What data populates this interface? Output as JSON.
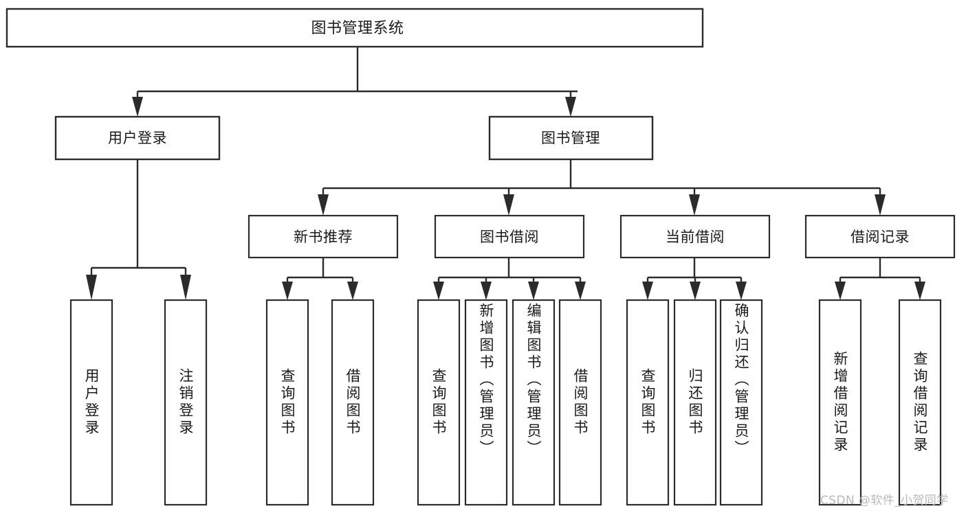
{
  "diagram": {
    "title": "图书管理系统",
    "watermark": "CSDN @软件_小贺同学",
    "colors": {
      "stroke": "#2b2b2b",
      "fill": "#ffffff",
      "text": "#1a1a1a",
      "watermark": "#b9b9b9",
      "background": "#ffffff"
    },
    "levels": {
      "root": {
        "label": "图书管理系统"
      },
      "level2": [
        {
          "label": "用户登录"
        },
        {
          "label": "图书管理"
        }
      ],
      "level3": [
        {
          "label": "新书推荐"
        },
        {
          "label": "图书借阅"
        },
        {
          "label": "当前借阅"
        },
        {
          "label": "借阅记录"
        }
      ],
      "leaves": [
        {
          "label": "用户登录",
          "parent": "用户登录"
        },
        {
          "label": "注销登录",
          "parent": "用户登录"
        },
        {
          "label": "查询图书",
          "parent": "新书推荐"
        },
        {
          "label": "借阅图书",
          "parent": "新书推荐"
        },
        {
          "label": "查询图书",
          "parent": "图书借阅"
        },
        {
          "label": "新增图书（管理员）",
          "parent": "图书借阅"
        },
        {
          "label": "编辑图书（管理员）",
          "parent": "图书借阅"
        },
        {
          "label": "借阅图书",
          "parent": "图书借阅"
        },
        {
          "label": "查询图书",
          "parent": "当前借阅"
        },
        {
          "label": "归还图书",
          "parent": "当前借阅"
        },
        {
          "label": "确认归还（管理员）",
          "parent": "当前借阅"
        },
        {
          "label": "新增借阅记录",
          "parent": "借阅记录"
        },
        {
          "label": "查询借阅记录",
          "parent": "借阅记录"
        }
      ]
    }
  }
}
